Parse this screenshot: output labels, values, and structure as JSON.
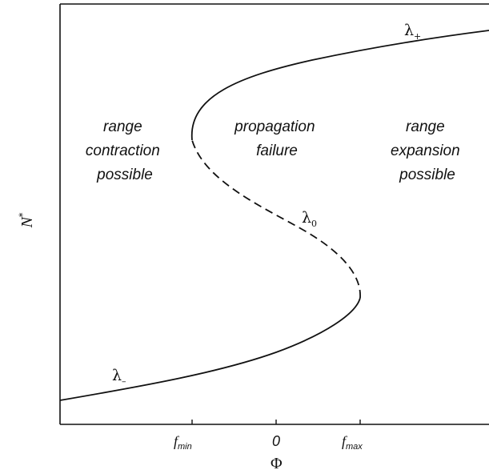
{
  "regions": {
    "left": [
      "range",
      "contraction",
      "possible"
    ],
    "middle": [
      "propagation",
      "failure"
    ],
    "right": [
      "range",
      "expansion",
      "possible"
    ]
  },
  "branches": {
    "upper": {
      "symbol": "λ",
      "sub": "+"
    },
    "middle": {
      "symbol": "λ",
      "sub": "0"
    },
    "lower": {
      "symbol": "λ",
      "sub": "–"
    }
  },
  "x_axis": {
    "title": "Φ",
    "ticks": [
      {
        "main": "f",
        "sub": "min"
      },
      {
        "main": "0"
      },
      {
        "main": "f",
        "sub": "max"
      }
    ]
  },
  "y_axis": {
    "title": "N",
    "title_sup": "*"
  }
}
